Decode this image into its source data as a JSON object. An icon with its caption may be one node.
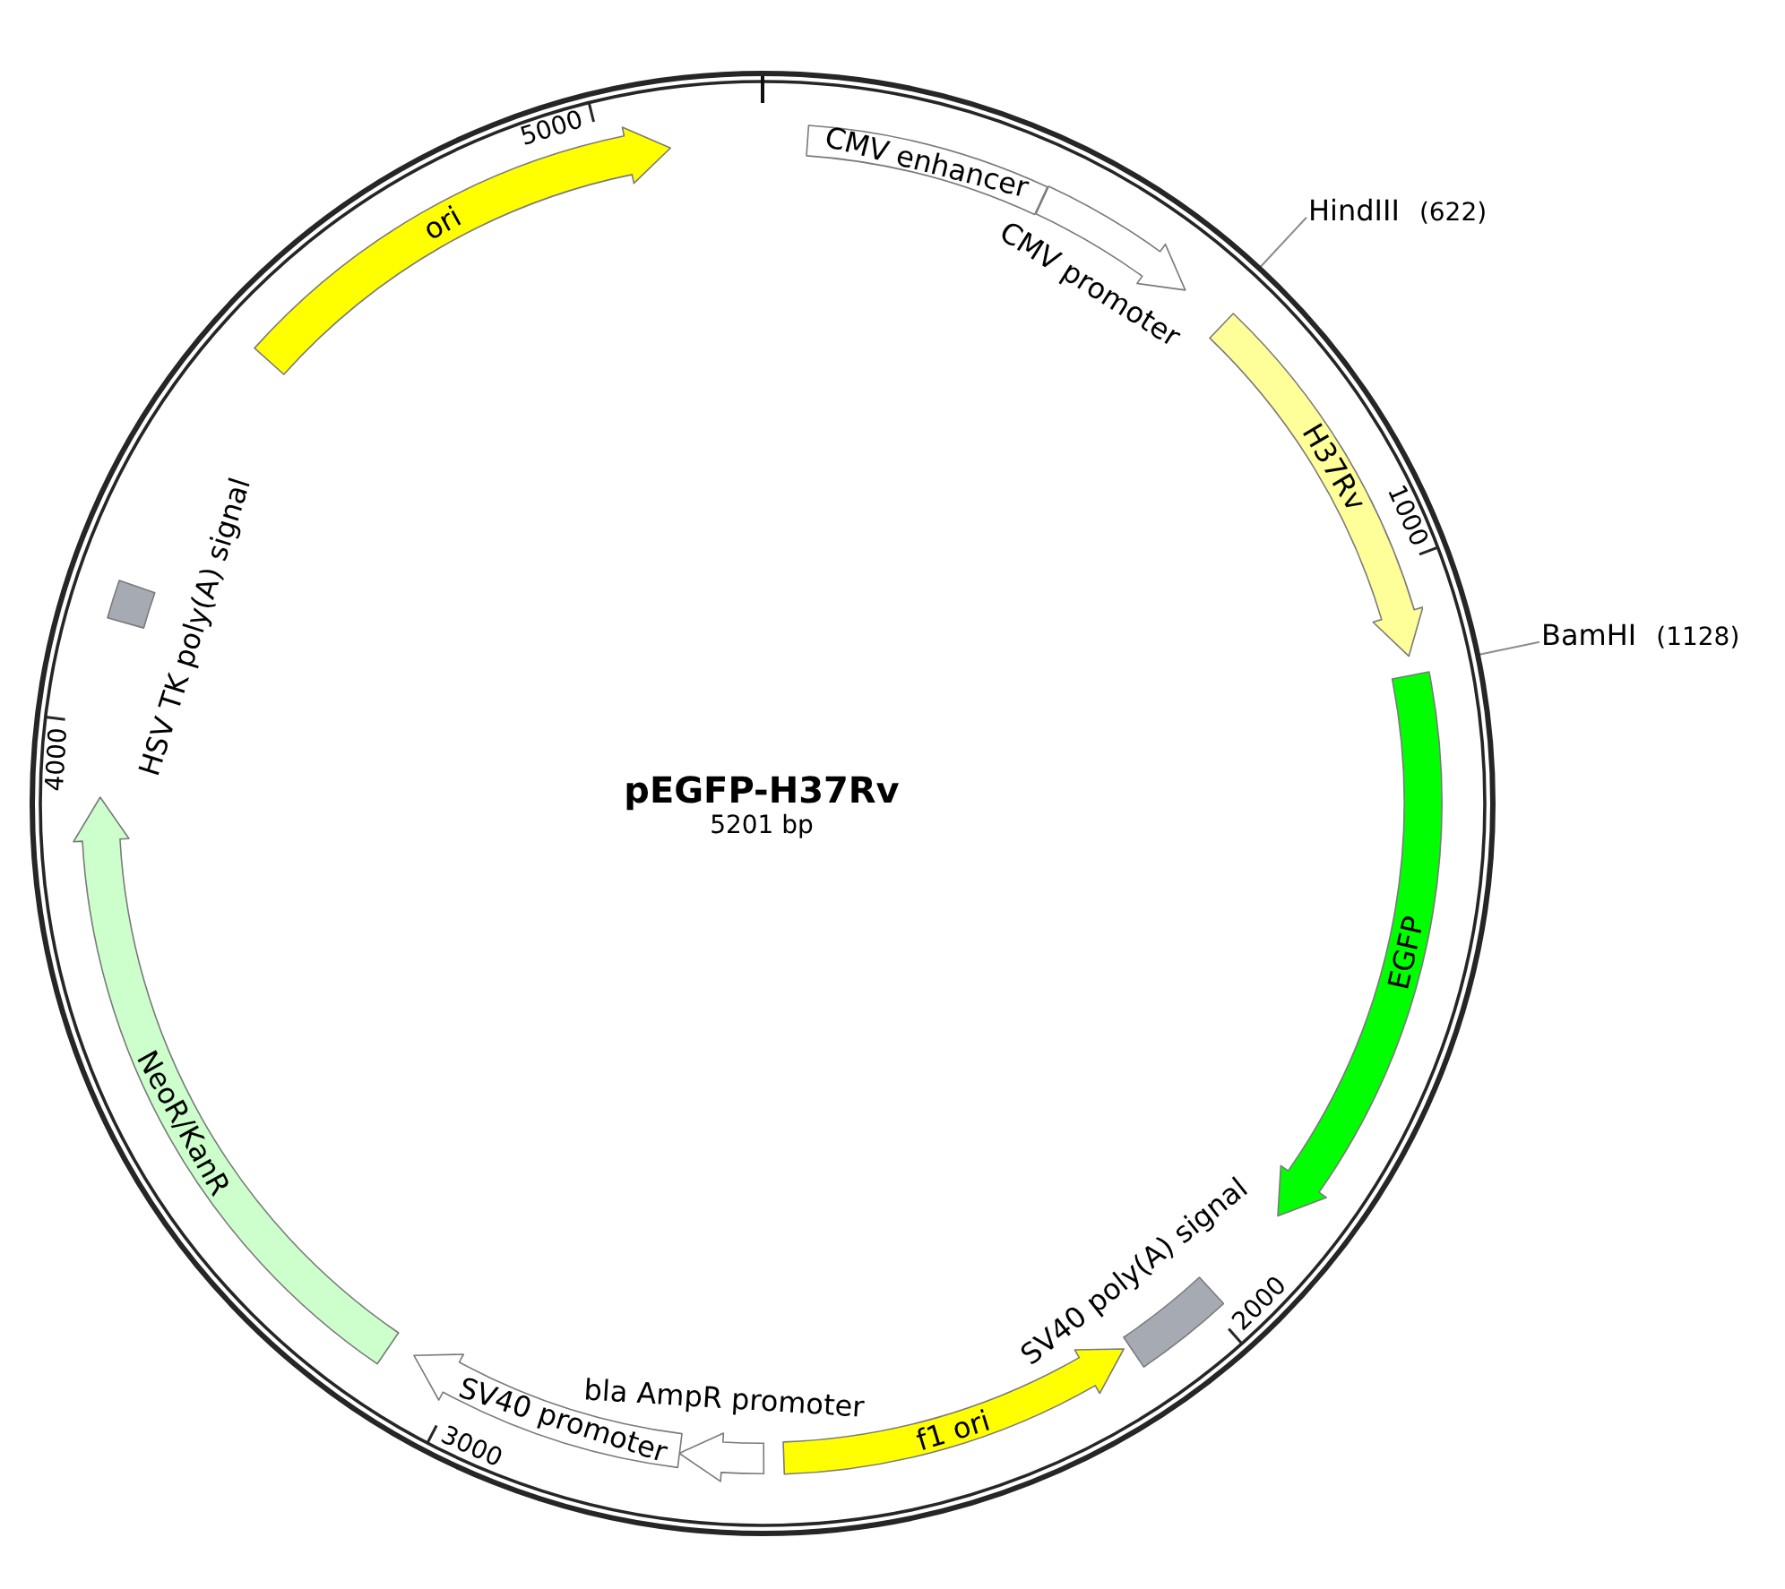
{
  "diagram": {
    "title": "pEGFP-H37Rv",
    "nodes": [
      {
        "text": [],
        "shape": "circle"
      },
      {
        "text": [
          "CMV enhancer"
        ],
        "in": 0
      },
      {
        "text": [],
        "shape": "arrow",
        "beside": [
          "CMV promoter"
        ],
        "in": 0
      },
      {
        "text": [
          "HindIII",
          "(622)"
        ]
      },
      {
        "text": [
          "H37Rv"
        ],
        "in": 0
      },
      {
        "text": [
          "BamHI",
          "(1128)"
        ]
      },
      {
        "text": [
          "EGFP"
        ],
        "in": 0
      },
      {
        "text": [],
        "shape": "box",
        "beside": [
          "SV40 poly(A) signal"
        ],
        "in": 0
      },
      {
        "text": [
          "f1 ori"
        ],
        "in": 0
      },
      {
        "text": [],
        "shape": "arrow",
        "beside": [
          "bla AmpR promoter"
        ],
        "in": 0
      },
      {
        "text": [
          "SV40 promoter"
        ],
        "in": 0
      },
      {
        "text": [
          "NeoR/KanR"
        ],
        "in": 0
      },
      {
        "text": [],
        "shape": "box",
        "beside": [
          "HSV TK poly(A) signal"
        ],
        "in": 0
      },
      {
        "text": [
          "ori"
        ],
        "in": 0
      }
    ],
    "edges": [
      {
        "from": 3,
        "to": 0,
        "arrow": "none"
      },
      {
        "from": 5,
        "to": 0,
        "arrow": "none"
      }
    ],
    "labels": [
      "5201 bp",
      "1000",
      "2000",
      "3000",
      "4000",
      "5000"
    ]
  }
}
